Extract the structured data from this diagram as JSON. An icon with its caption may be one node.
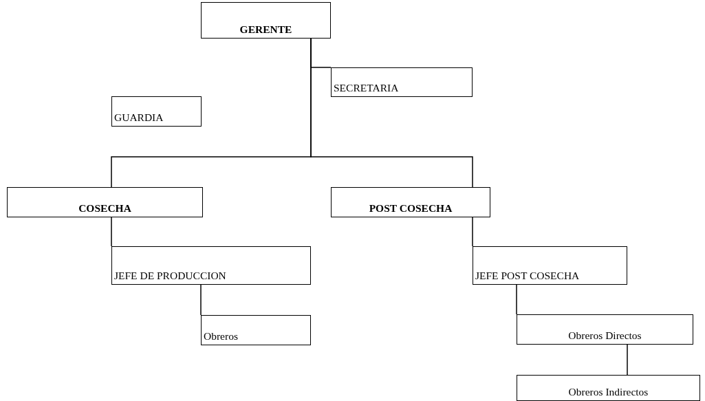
{
  "diagram": {
    "nodes": [
      {
        "text": [
          "GERENTE"
        ]
      },
      {
        "text": [
          "SECRETARIA"
        ]
      },
      {
        "text": [
          "GUARDIA"
        ]
      },
      {
        "text": [
          "COSECHA"
        ]
      },
      {
        "text": [
          "POST COSECHA"
        ]
      },
      {
        "text": [
          "JEFE DE PRODUCCION"
        ]
      },
      {
        "text": [
          "Obreros"
        ]
      },
      {
        "text": [
          "JEFE POST COSECHA"
        ]
      },
      {
        "text": [
          "Obreros Directos"
        ]
      },
      {
        "text": [
          "Obreros Indirectos"
        ]
      }
    ],
    "edges": [
      {
        "from": 0,
        "to": 1,
        "arrow": "none"
      },
      {
        "from": 0,
        "to": 3,
        "arrow": "none"
      },
      {
        "from": 0,
        "to": 4,
        "arrow": "none"
      },
      {
        "from": 3,
        "to": 5,
        "arrow": "none"
      },
      {
        "from": 5,
        "to": 6,
        "arrow": "none"
      },
      {
        "from": 4,
        "to": 7,
        "arrow": "none"
      },
      {
        "from": 7,
        "to": 8,
        "arrow": "none"
      },
      {
        "from": 8,
        "to": 9,
        "arrow": "none"
      }
    ]
  }
}
